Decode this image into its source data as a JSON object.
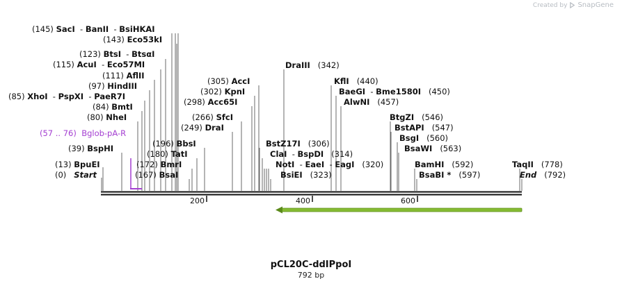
{
  "credit": {
    "prefix": "Created by",
    "brand": "SnapGene"
  },
  "map": {
    "name": "pCL20C-ddIPpoI",
    "length_label": "792 bp",
    "length_bp": 792,
    "ruler_ticks": [
      "200",
      "400",
      "600"
    ],
    "start_label": "Start",
    "end_label": "End",
    "start_pos": "(0)",
    "end_pos": "(792)",
    "feature": {
      "name": "Bglob-pA-R",
      "range": "(57 .. 76)",
      "color": "#a43fd1"
    },
    "arrow_color": "#86bc33",
    "sites": [
      {
        "pos": "(145)",
        "name": "SacI"
      },
      {
        "pos": "",
        "name": "BanII"
      },
      {
        "pos": "",
        "name": "BsiHKAI"
      },
      {
        "pos": "(143)",
        "name": "Eco53kI"
      },
      {
        "pos": "(123)",
        "name": "BtsI"
      },
      {
        "pos": "",
        "name": "BtsαI"
      },
      {
        "pos": "(115)",
        "name": "AcuI"
      },
      {
        "pos": "",
        "name": "Eco57MI"
      },
      {
        "pos": "(111)",
        "name": "AflII"
      },
      {
        "pos": "(97)",
        "name": "HindIII"
      },
      {
        "pos": "(85)",
        "name": "XhoI"
      },
      {
        "pos": "",
        "name": "PspXI"
      },
      {
        "pos": "",
        "name": "PaeR7I"
      },
      {
        "pos": "(84)",
        "name": "BmtI"
      },
      {
        "pos": "(80)",
        "name": "NheI"
      },
      {
        "pos": "(39)",
        "name": "BspHI"
      },
      {
        "pos": "(13)",
        "name": "BpuEI"
      },
      {
        "pos": "(196)",
        "name": "BbsI"
      },
      {
        "pos": "(180)",
        "name": "TatI"
      },
      {
        "pos": "(172)",
        "name": "BmrI"
      },
      {
        "pos": "(167)",
        "name": "BsaI"
      },
      {
        "pos": "(305)",
        "name": "AccI"
      },
      {
        "pos": "(302)",
        "name": "KpnI"
      },
      {
        "pos": "(298)",
        "name": "Acc65I"
      },
      {
        "pos": "(266)",
        "name": "SfcI"
      },
      {
        "pos": "(249)",
        "name": "DraI"
      },
      {
        "pos": "(342)",
        "name": "DraIII"
      },
      {
        "pos": "(306)",
        "name": "BstZ17I"
      },
      {
        "pos": "",
        "name": "ClaI"
      },
      {
        "pos": "(314)",
        "name": "BspDI"
      },
      {
        "pos": "",
        "name": "NotI"
      },
      {
        "pos": "",
        "name": "EaeI"
      },
      {
        "pos": "(320)",
        "name": "EagI"
      },
      {
        "pos": "(323)",
        "name": "BsiEI"
      },
      {
        "pos": "(440)",
        "name": "KflI"
      },
      {
        "pos": "",
        "name": "BaeGI"
      },
      {
        "pos": "(450)",
        "name": "Bme1580I"
      },
      {
        "pos": "(457)",
        "name": "AlwNI"
      },
      {
        "pos": "(546)",
        "name": "BtgZI"
      },
      {
        "pos": "(547)",
        "name": "BstAPI"
      },
      {
        "pos": "(560)",
        "name": "BsgI"
      },
      {
        "pos": "(563)",
        "name": "BsaWI"
      },
      {
        "pos": "(592)",
        "name": "BamHI"
      },
      {
        "pos": "(597)",
        "name": "BsaBI *"
      },
      {
        "pos": "(778)",
        "name": "TaqII"
      }
    ]
  }
}
